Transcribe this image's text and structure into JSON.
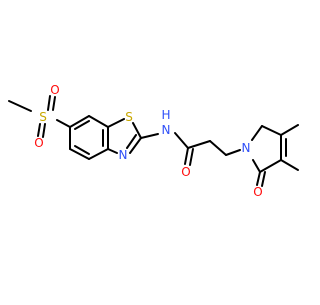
{
  "molecule": {
    "atoms": {
      "N_amide": "N",
      "H_amide": "H",
      "S_thiazole": "S",
      "N_thiazole": "N",
      "S_sulfonyl": "S",
      "O_sulfonyl_top": "O",
      "O_sulfonyl_bottom": "O",
      "O_amide": "O",
      "N_isoindolinone": "N",
      "O_isoindolinone": "O"
    },
    "colors": {
      "bond": "#000000",
      "nitrogen": "#3050F8",
      "sulfur": "#C8A800",
      "oxygen": "#FF0D0D",
      "carbon": "#000000"
    }
  }
}
